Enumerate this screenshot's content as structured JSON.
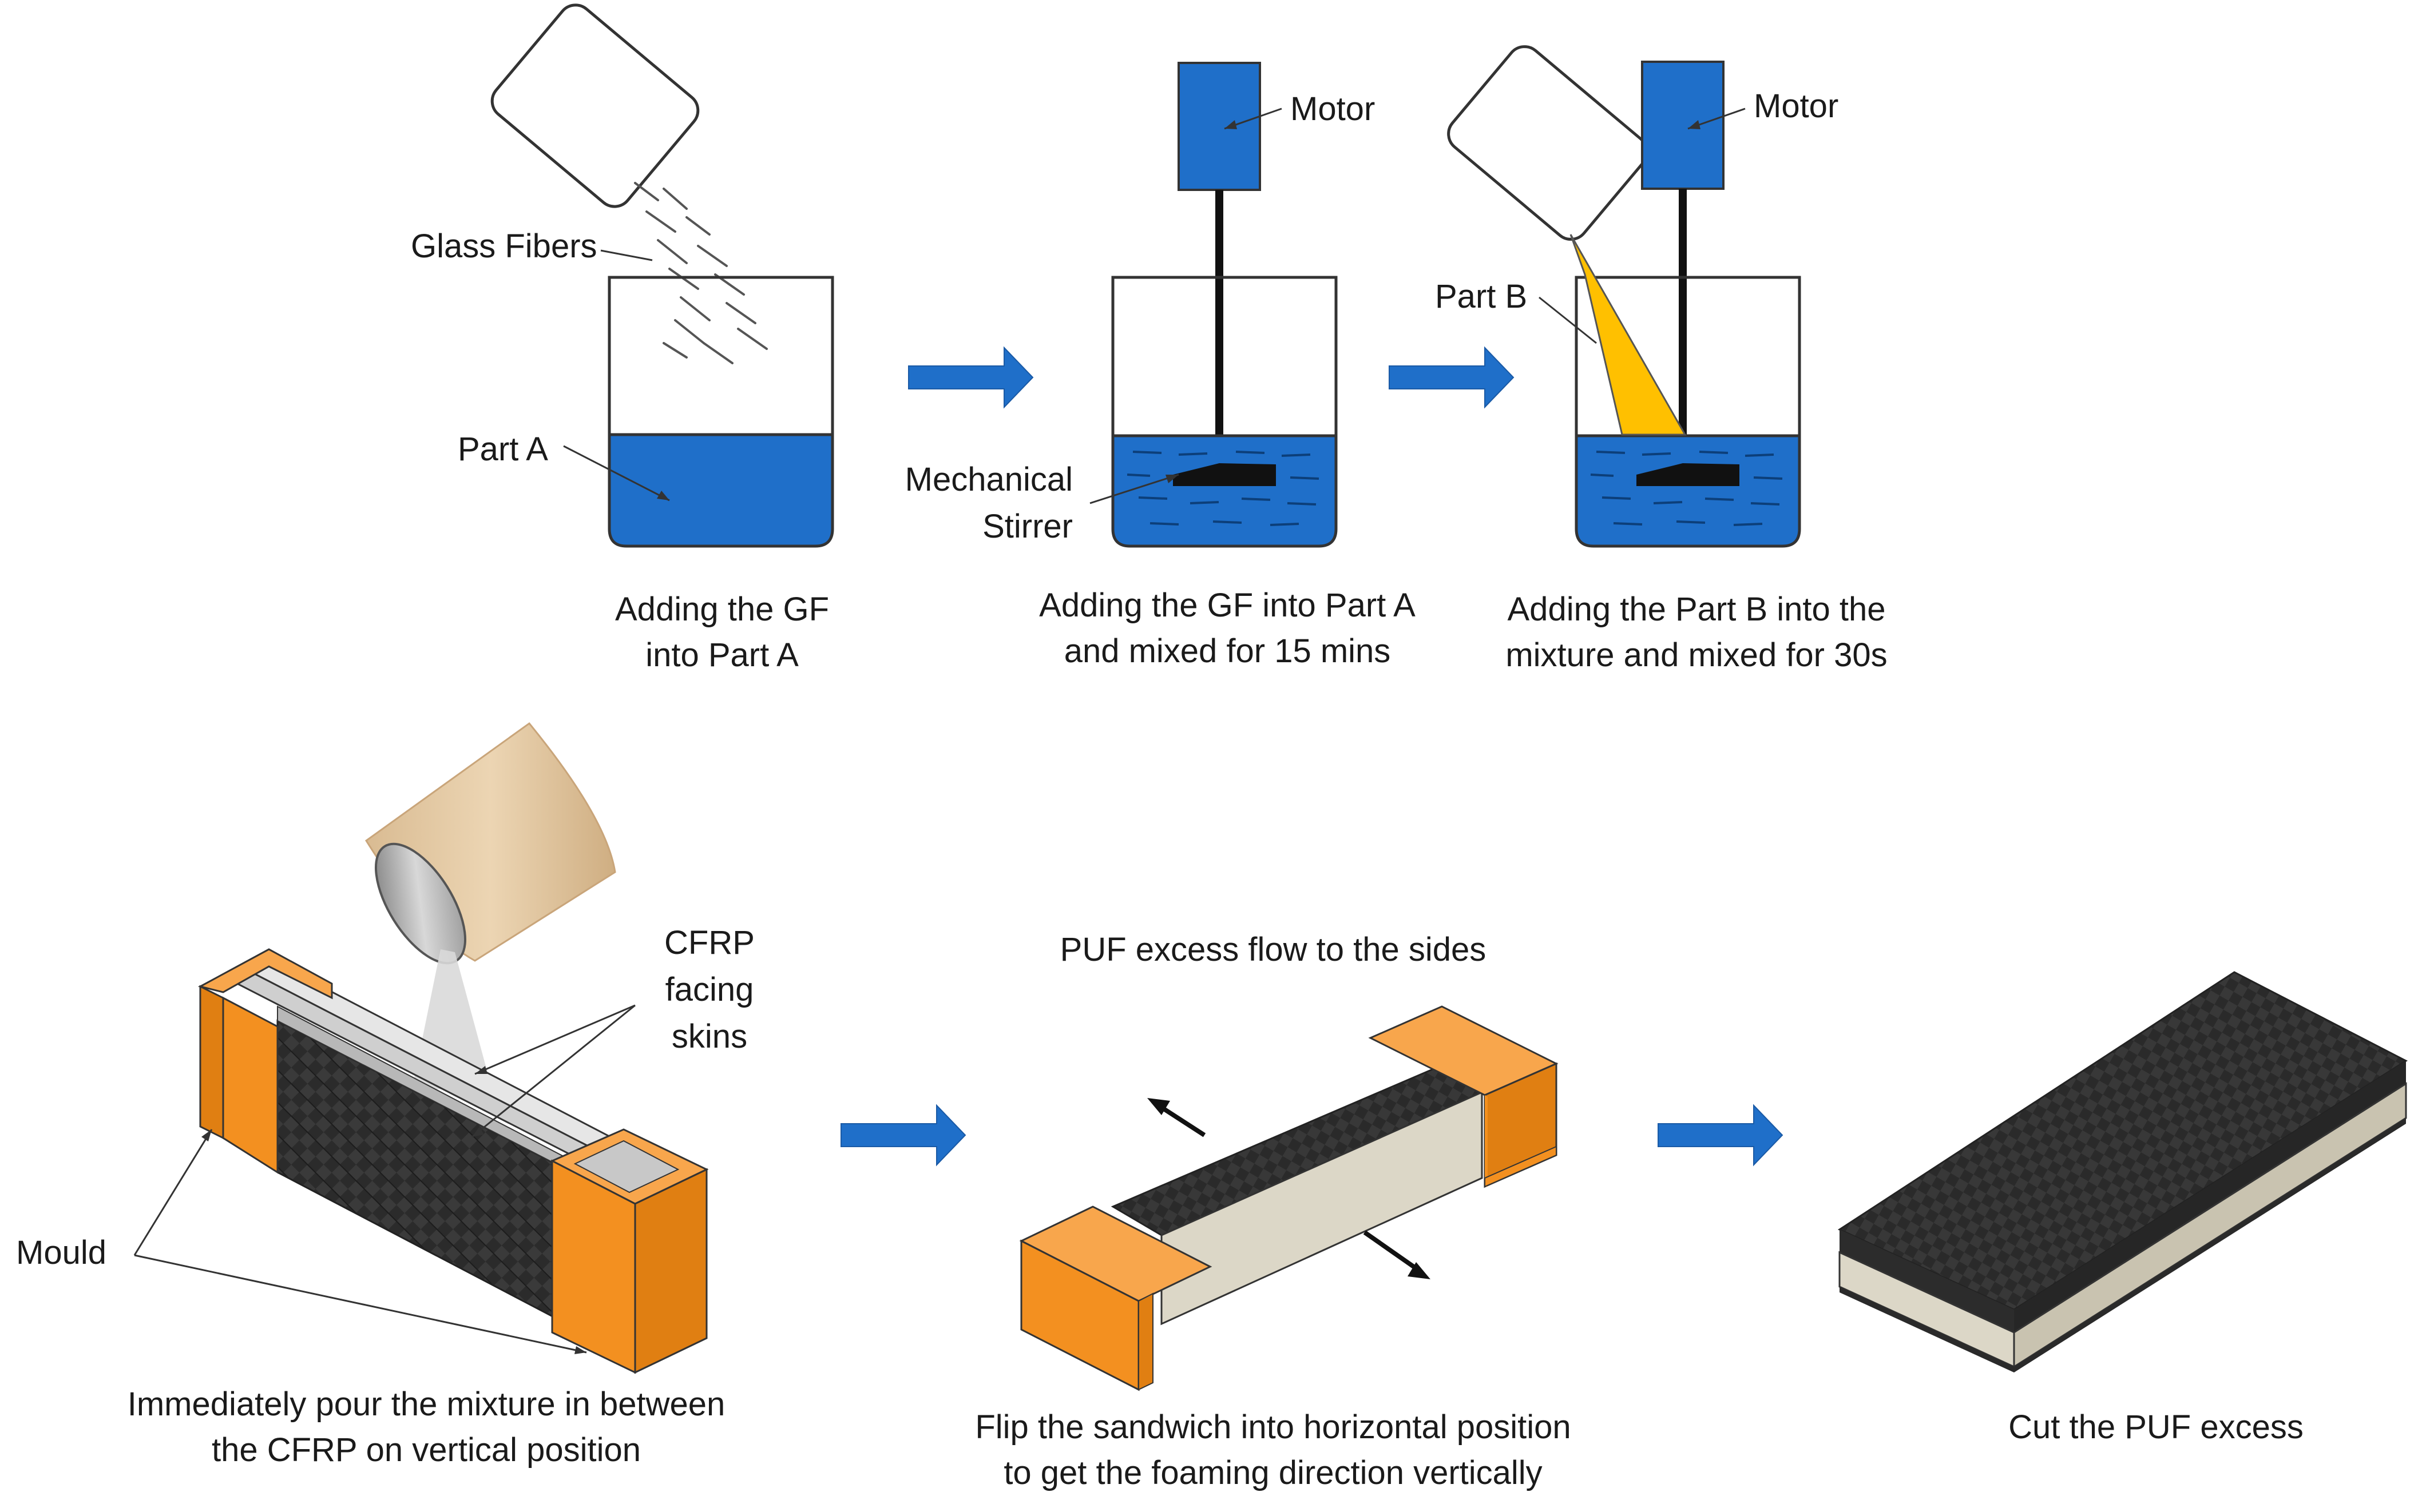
{
  "colors": {
    "liquid": "#1f6fc9",
    "motor": "#1f6fc9",
    "arrow": "#1f6fc9",
    "partB": "#ffc000",
    "mould": "#f39020",
    "skin": "#2e2e2e",
    "foam": "#dcd7c7",
    "cup": "#e8cda6"
  },
  "labels": {
    "glass_fibers": "Glass Fibers",
    "part_a": "Part A",
    "motor_1": "Motor",
    "motor_2": "Motor",
    "mechanical": "Mechanical",
    "stirrer": "Stirrer",
    "part_b": "Part B",
    "cfrp_line1": "CFRP",
    "cfrp_line2": "facing",
    "cfrp_line3": "skins",
    "mould": "Mould",
    "puf_flow": "PUF excess flow to the sides"
  },
  "captions": {
    "step1": [
      "Adding the  GF",
      "into Part A"
    ],
    "step2": [
      "Adding the  GF into Part A",
      "and mixed for 15 mins"
    ],
    "step3": [
      "Adding the  Part B into the",
      "mixture and mixed for 30s"
    ],
    "step4": [
      "Immediately pour the mixture in between",
      "the CFRP on vertical position"
    ],
    "step5": [
      "Flip the sandwich into horizontal position",
      "to get the foaming direction vertically"
    ],
    "step6": [
      "Cut the PUF excess"
    ]
  },
  "icons": [
    "beaker-icon",
    "container-icon",
    "motor-icon",
    "stirrer-icon",
    "cup-icon",
    "mould-icon",
    "sandwich-panel-icon",
    "process-arrow-icon"
  ]
}
